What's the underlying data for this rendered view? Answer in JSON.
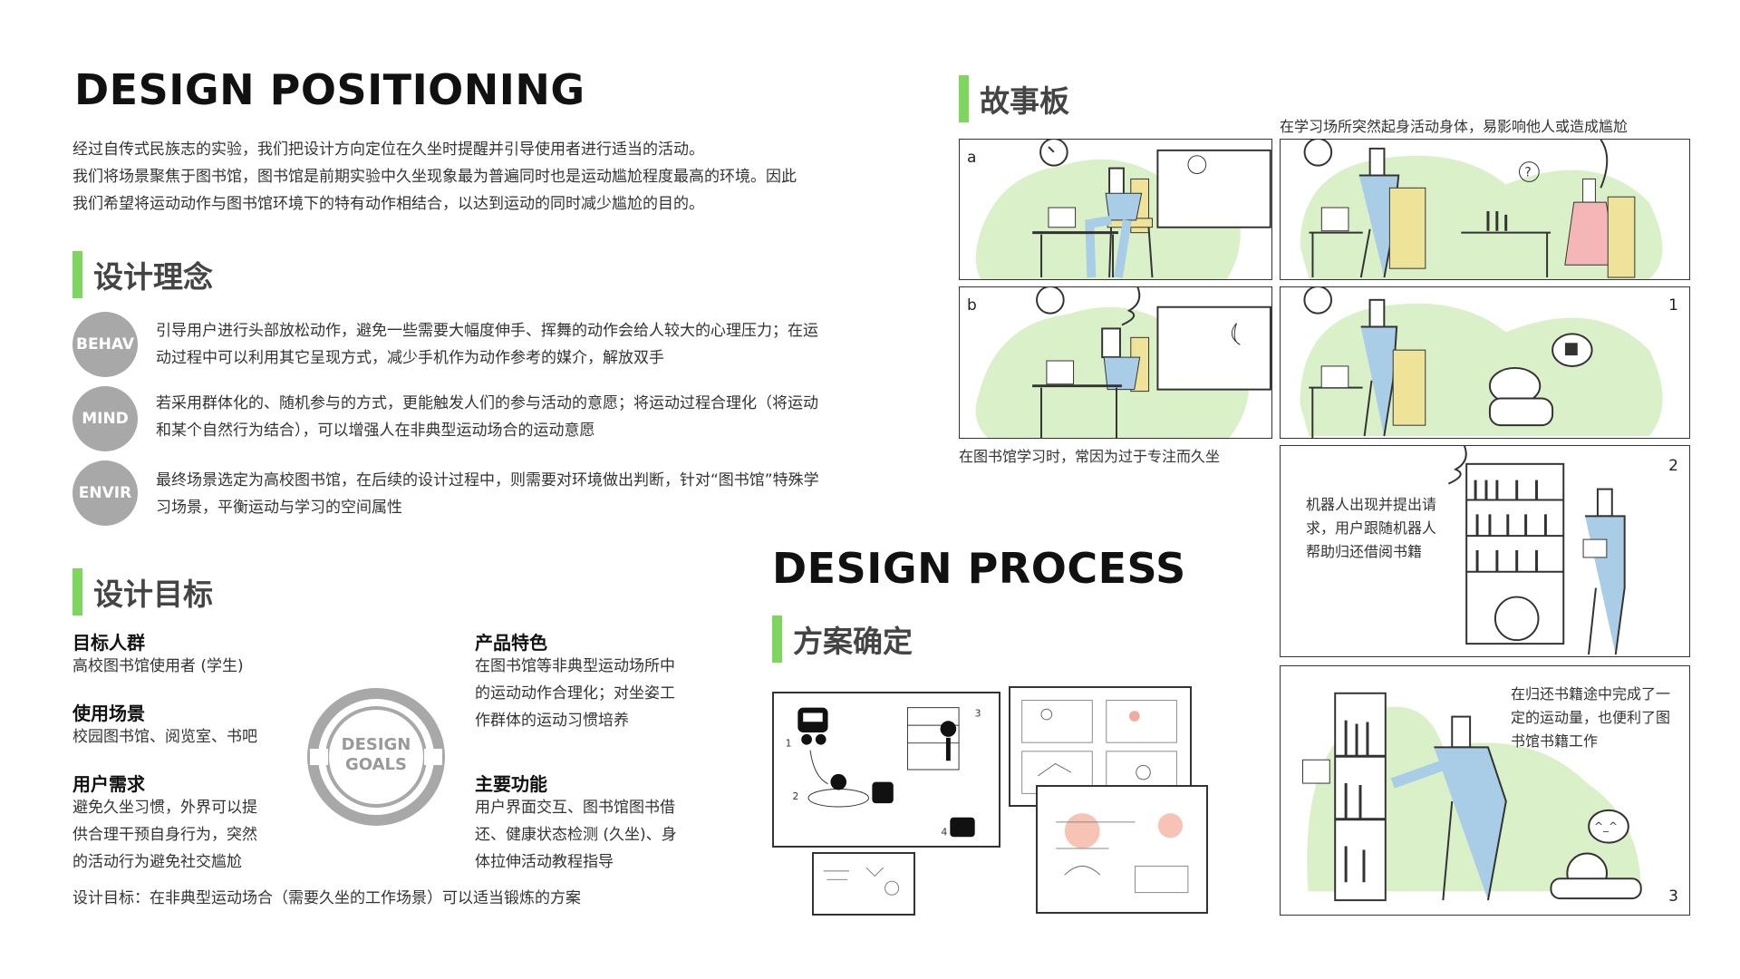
{
  "positioning": {
    "title": "DESIGN POSITIONING",
    "intro_lines": [
      "经过自传式民族志的实验，我们把设计方向定位在久坐时提醒并引导使用者进行适当的活动。",
      "我们将场景聚焦于图书馆，图书馆是前期实验中久坐现象最为普遍同时也是运动尴尬程度最高的环境。因此",
      "我们希望将运动动作与图书馆环境下的特有动作相结合，以达到运动的同时减少尴尬的目的。"
    ]
  },
  "concept": {
    "heading": "设计理念",
    "items": [
      {
        "badge": "BEHAV",
        "lines": [
          "引导用户进行头部放松动作，避免一些需要大幅度伸手、挥舞的动作会给人较大的心理压力；在运",
          "动过程中可以利用其它呈现方式，减少手机作为动作参考的媒介，解放双手"
        ]
      },
      {
        "badge": "MIND",
        "lines": [
          "若采用群体化的、随机参与的方式，更能触发人们的参与活动的意愿；将运动过程合理化（将运动",
          "和某个自然行为结合），可以增强人在非典型运动场合的运动意愿"
        ]
      },
      {
        "badge": "ENVIR",
        "lines": [
          "最终场景选定为高校图书馆，在后续的设计过程中，则需要对环境做出判断，针对“图书馆”特殊学",
          "习场景，平衡运动与学习的空间属性"
        ]
      }
    ]
  },
  "goals": {
    "heading": "设计目标",
    "center_lines": [
      "DESIGN",
      "GOALS"
    ],
    "target_users": {
      "title": "目标人群",
      "lines": [
        "高校图书馆使用者 (学生)"
      ]
    },
    "scenario": {
      "title": "使用场景",
      "lines": [
        "校园图书馆、阅览室、书吧"
      ]
    },
    "needs": {
      "title": "用户需求",
      "lines": [
        "避免久坐习惯，外界可以提",
        "供合理干预自身行为，突然",
        "的活动行为避免社交尴尬"
      ]
    },
    "features": {
      "title": "产品特色",
      "lines": [
        "在图书馆等非典型运动场所中",
        "的运动动作合理化；对坐姿工",
        "作群体的运动习惯培养"
      ]
    },
    "functions": {
      "title": "主要功能",
      "lines": [
        "用户界面交互、图书馆图书借",
        "还、健康状态检测 (久坐)、身",
        "体拉伸活动教程指导"
      ]
    },
    "summary": "设计目标：在非典型运动场合（需要久坐的工作场景）可以适当锻炼的方案"
  },
  "process": {
    "title": "DESIGN PROCESS",
    "sub_heading": "方案确定"
  },
  "storyboard": {
    "heading": "故事板",
    "top_caption": "在学习场所突然起身活动身体，易影响他人或造成尴尬",
    "left_caption": "在图书馆学习时，常因为过于专注而久坐",
    "label_a": "a",
    "label_b": "b",
    "label_1": "1",
    "label_2": "2",
    "label_3": "3",
    "panel2_lines": [
      "机器人出现并提出请",
      "求，用户跟随机器人",
      "帮助归还借阅书籍"
    ],
    "panel3_lines": [
      "在归还书籍途中完成了一",
      "定的运动量，也便利了图",
      "书馆书籍工作"
    ],
    "bubble_question": "?",
    "bubble_face": "^_^"
  },
  "colors": {
    "accent_green": "#7fd65f",
    "highlight_green": "#b9ed9c",
    "badge_gray": "#a8a8a8",
    "sketch_blue": "#a9cde6",
    "sketch_yellow": "#efe39a",
    "sketch_pink": "#f4b6b6",
    "bg_green": "#d9f0c8"
  }
}
